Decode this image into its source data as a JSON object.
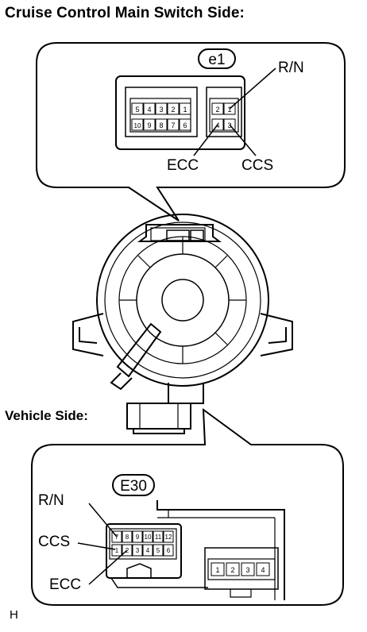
{
  "title": "Cruise Control Main Switch Side:",
  "vehicle_side_label": "Vehicle Side:",
  "footer_letter": "H",
  "top_connector": {
    "id": "e1",
    "large_block_pins_row1": [
      "5",
      "4",
      "3",
      "2",
      "1"
    ],
    "large_block_pins_row2": [
      "10",
      "9",
      "8",
      "7",
      "6"
    ],
    "small_block_pins_row1": [
      "2",
      "1"
    ],
    "small_block_pins_row2": [
      "4",
      "3"
    ],
    "labels": {
      "rn": "R/N",
      "ecc": "ECC",
      "ccs": "CCS"
    }
  },
  "bottom_connector": {
    "id": "E30",
    "pins_row1": [
      "7",
      "8",
      "9",
      "10",
      "11",
      "12"
    ],
    "pins_row2": [
      "1",
      "2",
      "3",
      "4",
      "5",
      "6"
    ],
    "side_pins": [
      "1",
      "2",
      "3",
      "4"
    ],
    "labels": {
      "rn": "R/N",
      "ccs": "CCS",
      "ecc": "ECC"
    }
  }
}
